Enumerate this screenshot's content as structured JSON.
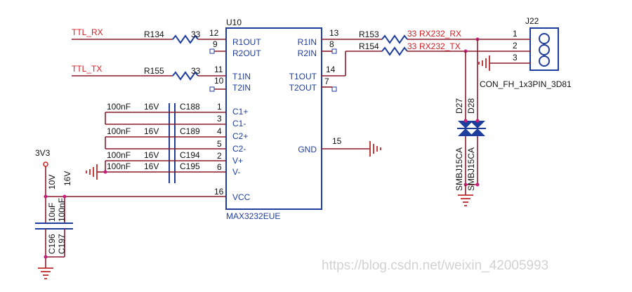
{
  "ic": {
    "ref": "U10",
    "part": "MAX3232EUE",
    "left_pins": [
      {
        "name": "R1OUT",
        "num": "12"
      },
      {
        "name": "R2OUT",
        "num": "9"
      },
      {
        "name": "T1IN",
        "num": "11"
      },
      {
        "name": "T2IN",
        "num": "10"
      },
      {
        "name": "C1+",
        "num": "1"
      },
      {
        "name": "C1-",
        "num": "3"
      },
      {
        "name": "C2+",
        "num": "4"
      },
      {
        "name": "C2-",
        "num": "5"
      },
      {
        "name": "V+",
        "num": "2"
      },
      {
        "name": "V-",
        "num": "6"
      },
      {
        "name": "VCC",
        "num": "16"
      }
    ],
    "right_pins": [
      {
        "name": "R1IN",
        "num": "13"
      },
      {
        "name": "R2IN",
        "num": "8"
      },
      {
        "name": "T1OUT",
        "num": "14"
      },
      {
        "name": "T2OUT",
        "num": "7"
      },
      {
        "name": "GND",
        "num": "15"
      }
    ]
  },
  "nets": {
    "ttl_rx": "TTL_RX",
    "ttl_tx": "TTL_TX",
    "rx232_rx": "RX232_RX",
    "rx232_tx": "RX232_TX",
    "v3v3": "3V3"
  },
  "resistors": [
    {
      "ref": "R134",
      "value": "33"
    },
    {
      "ref": "R155",
      "value": "33"
    },
    {
      "ref": "R153",
      "value": "33"
    },
    {
      "ref": "R154",
      "value": "33"
    }
  ],
  "pump_caps": [
    {
      "value": "100nF",
      "voltage": "16V",
      "ref": "C188"
    },
    {
      "value": "100nF",
      "voltage": "16V",
      "ref": "C189"
    },
    {
      "value": "100nF",
      "voltage": "16V",
      "ref": "C194"
    },
    {
      "value": "100nF",
      "voltage": "16V",
      "ref": "C195"
    }
  ],
  "supply_caps": [
    {
      "value": "10uF",
      "voltage": "10V",
      "ref": "C196"
    },
    {
      "value": "100nF",
      "voltage": "16V",
      "ref": "C197"
    }
  ],
  "connector": {
    "ref": "J22",
    "part": "CON_FH_1x3PIN_3D81",
    "pins": [
      "1",
      "2",
      "3"
    ]
  },
  "tvs": [
    {
      "ref": "D27",
      "part": "SMBJ15CA"
    },
    {
      "ref": "D28",
      "part": "SMBJ15CA"
    }
  ],
  "watermark": "https://blog.csdn.net/weixin_42005993",
  "colors": {
    "wire": "#8b1c2c",
    "component": "#1f3d9c",
    "net_label": "#d81c20",
    "ground": "#c0282a",
    "junction": "#c81c7a"
  }
}
